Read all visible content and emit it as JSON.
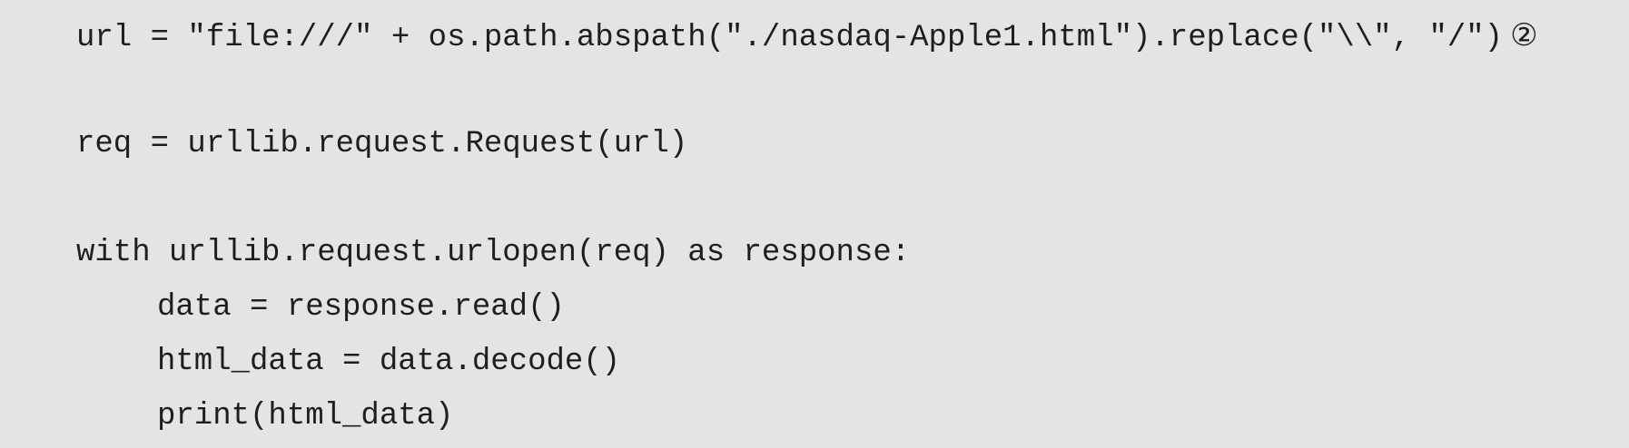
{
  "code": {
    "lines": [
      "url = \"file:///\" + os.path.abspath(\"./nasdaq-Apple1.html\").replace(\"\\\\\", \"/\")",
      "req = urllib.request.Request(url)",
      "with urllib.request.urlopen(req) as response:",
      "data = response.read()",
      "html_data = data.decode()",
      "print(html_data)"
    ],
    "callout_marker": "②"
  }
}
